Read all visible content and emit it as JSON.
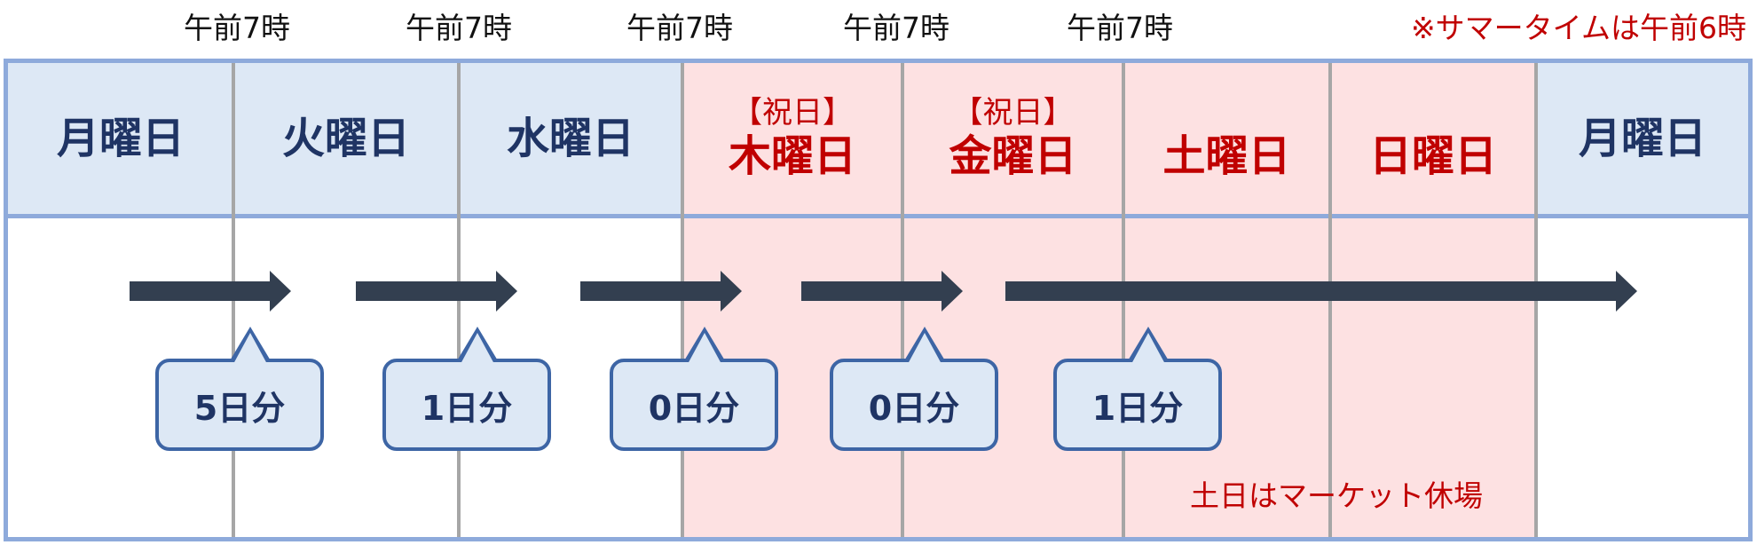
{
  "time_labels": [
    "午前7時",
    "午前7時",
    "午前7時",
    "午前7時",
    "午前7時"
  ],
  "summer_time_note": "※サマータイムは午前6時",
  "days": [
    {
      "tag": "",
      "name": "月曜日",
      "kind": "weekday"
    },
    {
      "tag": "",
      "name": "火曜日",
      "kind": "weekday"
    },
    {
      "tag": "",
      "name": "水曜日",
      "kind": "weekday"
    },
    {
      "tag": "【祝日】",
      "name": "木曜日",
      "kind": "holiday"
    },
    {
      "tag": "【祝日】",
      "name": "金曜日",
      "kind": "holiday"
    },
    {
      "tag": "",
      "name": "土曜日",
      "kind": "holiday"
    },
    {
      "tag": "",
      "name": "日曜日",
      "kind": "holiday"
    },
    {
      "tag": "",
      "name": "月曜日",
      "kind": "weekday"
    }
  ],
  "bubbles": [
    "5日分",
    "1日分",
    "0日分",
    "0日分",
    "1日分"
  ],
  "market_closed_note": "土日はマーケット休場",
  "colors": {
    "header_blue": "#dde8f5",
    "holiday_pink": "#fde1e2",
    "frame_blue": "#8eaadb",
    "navy_text": "#1f3464",
    "red_text": "#c00000",
    "arrow": "#333f50",
    "bubble_border": "#3d65a5"
  }
}
